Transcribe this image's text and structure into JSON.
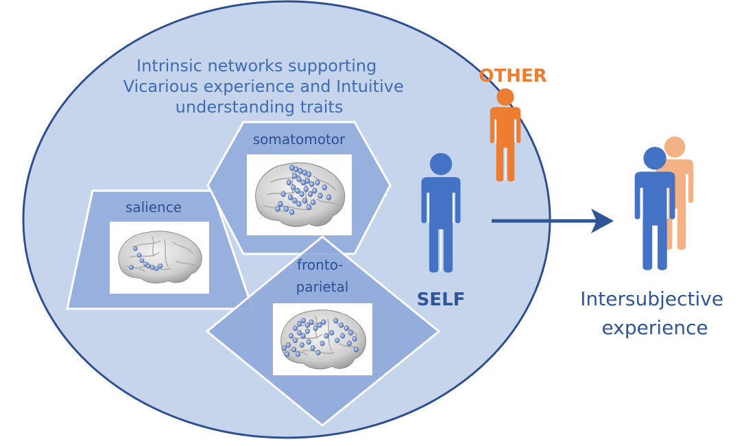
{
  "title_lines": [
    "Intrinsic networks supporting",
    "Vicarious experience and Intuitive",
    "understanding traits"
  ],
  "networks": {
    "somatomotor": "somatomotor",
    "salience": "salience",
    "frontoparietal_lines": [
      "fronto-",
      "parietal"
    ]
  },
  "people": {
    "other": "OTHER",
    "self": "SELF"
  },
  "outcome_lines": [
    "Intersubjective",
    "experience"
  ],
  "colors": {
    "circle_fill": "#c7d5ec",
    "circle_stroke": "#2e4f8f",
    "panel_fill": "#8ea9db",
    "text_blue": "#3d6db5",
    "self_blue": "#4472c4",
    "self_dark": "#2e5597",
    "other_orange": "#ed7d31",
    "other_light": "#f4b183",
    "arrow": "#2e5597",
    "brain": "#d9d9d9",
    "node": "#7f9fd6"
  },
  "icons": [
    "brain-image",
    "person-icon",
    "arrow-right-icon"
  ]
}
